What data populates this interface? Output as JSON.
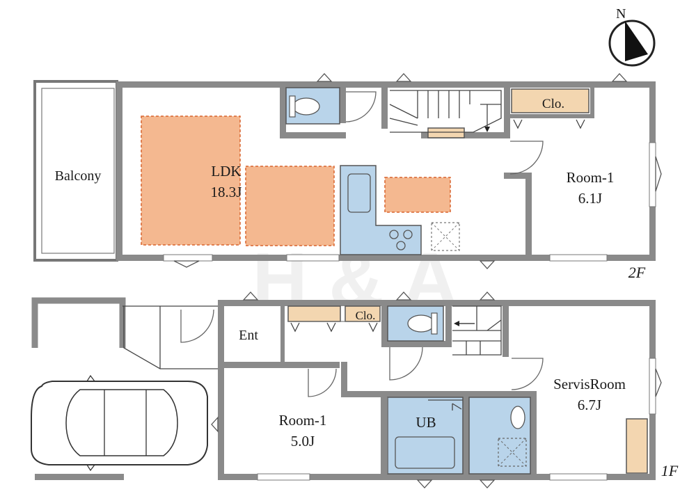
{
  "compass": {
    "north_label": "N"
  },
  "watermark": "H & A",
  "floor2": {
    "floor_label": "2F",
    "balcony_label": "Balcony",
    "ldk": {
      "name": "LDK",
      "size": "18.3J"
    },
    "closet_label": "Clo.",
    "room1": {
      "name": "Room-1",
      "size": "6.1J"
    }
  },
  "floor1": {
    "floor_label": "1F",
    "entrance_label": "Ent",
    "closet_label": "Clo.",
    "room1": {
      "name": "Room-1",
      "size": "5.0J"
    },
    "bath_label": "UB",
    "service_room": {
      "name": "ServisRoom",
      "size": "6.7J"
    }
  },
  "colors": {
    "wall": "#8a8a8a",
    "furniture_orange": "#f4b890",
    "closet_tan": "#f3d6b0",
    "wet_area_blue": "#b9d4ea"
  }
}
